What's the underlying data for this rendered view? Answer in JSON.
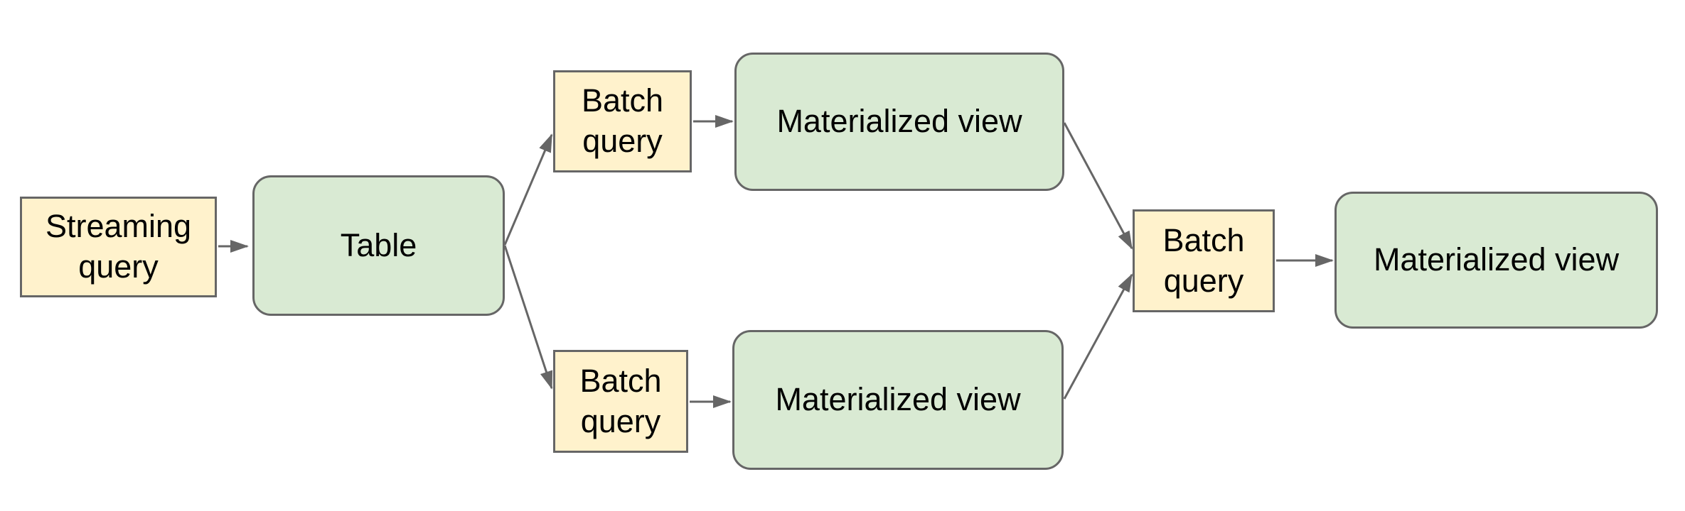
{
  "colors": {
    "background": "#ffffff",
    "yellow_fill": "#fff2cc",
    "green_fill": "#d9ead3",
    "stroke": "#666666",
    "text": "#000000"
  },
  "diagram": {
    "nodes": {
      "streaming_query": {
        "label": "Streaming\nquery",
        "shape": "rectangle",
        "fill": "yellow"
      },
      "table": {
        "label": "Table",
        "shape": "rounded-rectangle",
        "fill": "green"
      },
      "batch_query_top": {
        "label": "Batch\nquery",
        "shape": "rectangle",
        "fill": "yellow"
      },
      "materialized_view_top": {
        "label": "Materialized view",
        "shape": "rounded-rectangle",
        "fill": "green"
      },
      "batch_query_bottom": {
        "label": "Batch\nquery",
        "shape": "rectangle",
        "fill": "yellow"
      },
      "materialized_view_bottom": {
        "label": "Materialized view",
        "shape": "rounded-rectangle",
        "fill": "green"
      },
      "batch_query_right": {
        "label": "Batch\nquery",
        "shape": "rectangle",
        "fill": "yellow"
      },
      "materialized_view_right": {
        "label": "Materialized view",
        "shape": "rounded-rectangle",
        "fill": "green"
      }
    },
    "edges": [
      {
        "from": "streaming_query",
        "to": "table"
      },
      {
        "from": "table",
        "to": "batch_query_top"
      },
      {
        "from": "table",
        "to": "batch_query_bottom"
      },
      {
        "from": "batch_query_top",
        "to": "materialized_view_top"
      },
      {
        "from": "batch_query_bottom",
        "to": "materialized_view_bottom"
      },
      {
        "from": "materialized_view_top",
        "to": "batch_query_right"
      },
      {
        "from": "materialized_view_bottom",
        "to": "batch_query_right"
      },
      {
        "from": "batch_query_right",
        "to": "materialized_view_right"
      }
    ]
  }
}
